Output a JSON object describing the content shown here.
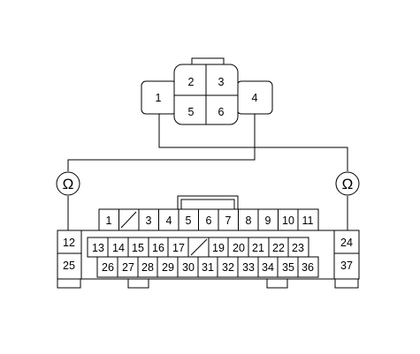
{
  "small_connector": {
    "pins": [
      "1",
      "2",
      "3",
      "4",
      "5",
      "6"
    ]
  },
  "meters": {
    "left_symbol": "Ω",
    "right_symbol": "Ω"
  },
  "large_connector": {
    "row1": [
      "1",
      "",
      "3",
      "4",
      "5",
      "6",
      "7",
      "8",
      "9",
      "10",
      "11"
    ],
    "row2": [
      "13",
      "14",
      "15",
      "16",
      "17",
      "",
      "19",
      "20",
      "21",
      "22",
      "23"
    ],
    "row3": [
      "26",
      "27",
      "28",
      "29",
      "30",
      "31",
      "32",
      "33",
      "34",
      "35",
      "36"
    ],
    "left_block": [
      "12",
      "25"
    ],
    "right_block": [
      "24",
      "37"
    ]
  }
}
